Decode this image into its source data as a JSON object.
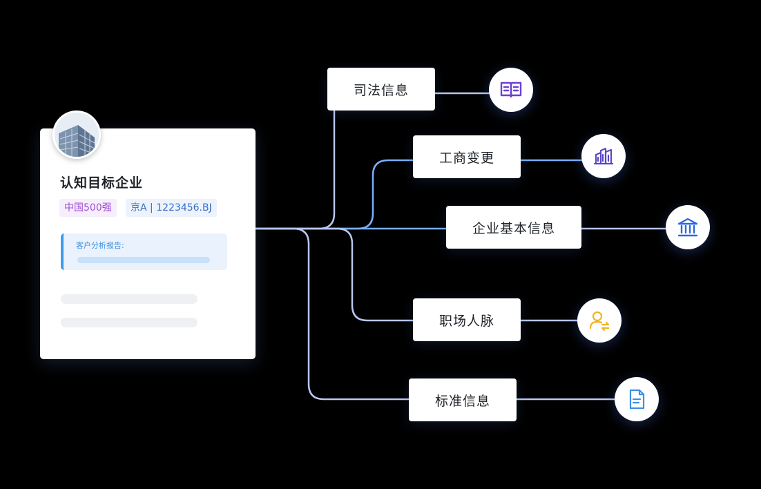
{
  "company": {
    "title": "认知目标企业",
    "tags": {
      "rank": "中国500强",
      "code": "京A | 1223456.BJ"
    },
    "report_label": "客户分析报告:"
  },
  "nodes": {
    "judicial": "司法信息",
    "business_change": "工商变更",
    "basic_info": "企业基本信息",
    "workplace": "职场人脉",
    "standard": "标准信息"
  },
  "icons": {
    "judicial": "open-book-icon",
    "business_change": "buildings-icon",
    "basic_info": "bank-icon",
    "workplace": "person-exchange-icon",
    "standard": "document-icon"
  },
  "colors": {
    "background": "#000000",
    "connector": "#b9c6f0",
    "connector_accent": "#7aaeff",
    "purple": "#6a3fd3",
    "indigo": "#5b46c9",
    "blue": "#2b67e0",
    "gold": "#f0b323",
    "sky": "#3b8fe5"
  }
}
